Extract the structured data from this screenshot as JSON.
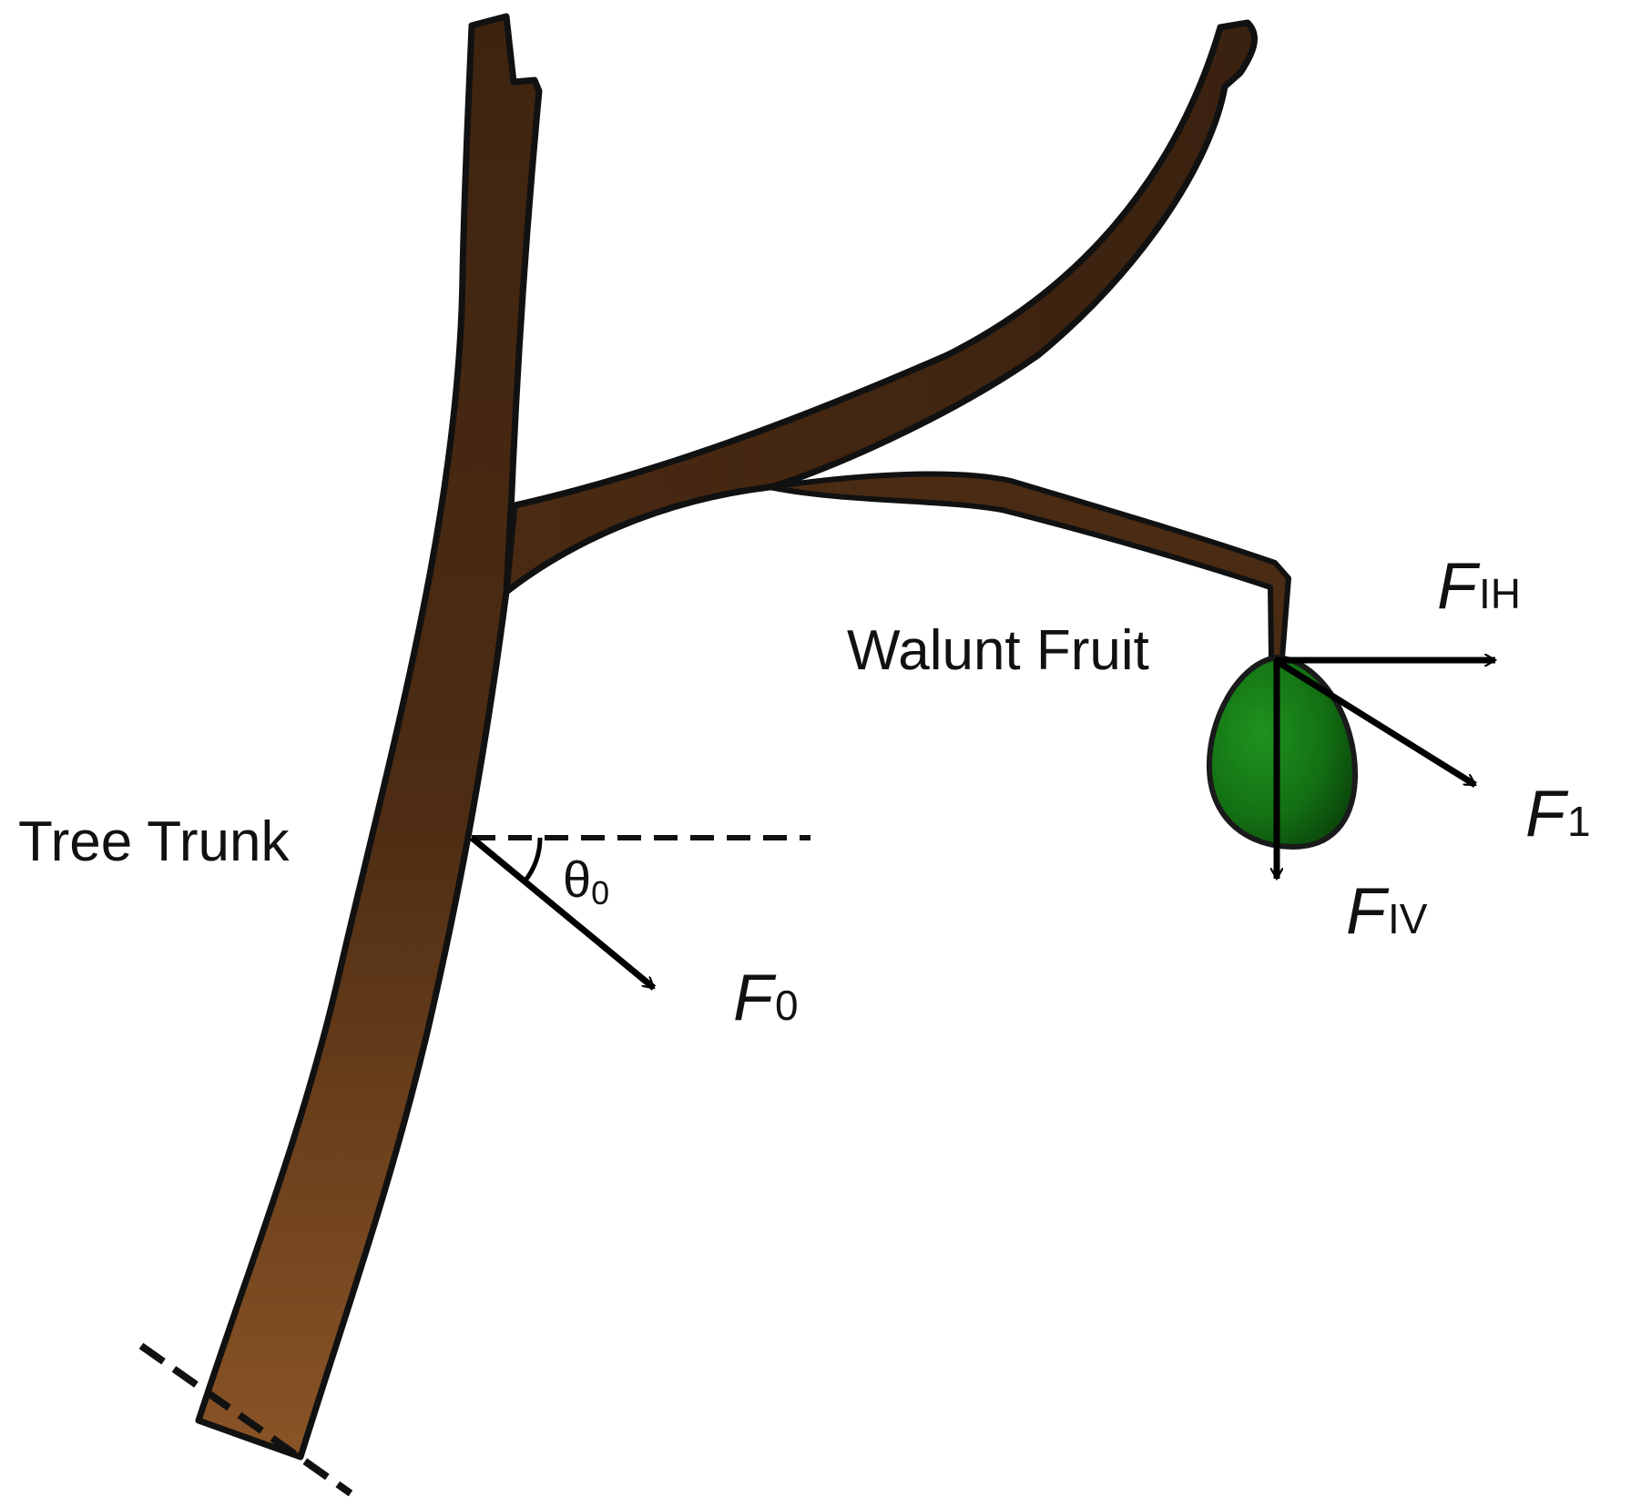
{
  "labels": {
    "tree_trunk": "Tree Trunk",
    "walnut_fruit": "Walunt Fruit"
  },
  "forces": {
    "F0": {
      "symbol": "F",
      "subscript": "0"
    },
    "F1": {
      "symbol": "F",
      "subscript": "1"
    },
    "FIH": {
      "symbol": "F",
      "subscript": "IH"
    },
    "FIV": {
      "symbol": "F",
      "subscript": "IV"
    }
  },
  "angle": {
    "symbol": "θ",
    "subscript": "0"
  },
  "colors": {
    "bark_dark": "#3d2410",
    "bark_mid": "#5a3315",
    "bark_light": "#8a5426",
    "fruit_light": "#1c8a1c",
    "fruit_dark": "#0c4a0c",
    "outline": "#111111",
    "arrow": "#000000"
  }
}
